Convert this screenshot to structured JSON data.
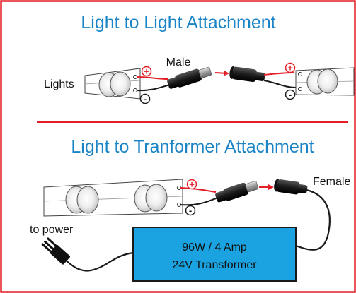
{
  "sections": {
    "top": {
      "title": "Light to Light Attachment",
      "male_label": "Male",
      "lights_label": "Lights"
    },
    "bottom": {
      "title": "Light to Tranformer Attachment",
      "female_label": "Female",
      "power_label": "to power",
      "transformer": {
        "line1": "96W / 4 Amp",
        "line2": "24V Transformer"
      }
    }
  },
  "polarity": {
    "positive": "+",
    "negative": "-"
  },
  "colors": {
    "frame": "#e41e26",
    "title": "#1a84c6",
    "transformer_fill": "#1aa3e0",
    "wire_positive": "#e41e26",
    "wire_negative": "#1a1a1a",
    "connector": "#222222",
    "arrow": "#e41e26"
  },
  "icons": [
    "light-bulb-icon",
    "male-connector-icon",
    "female-connector-icon",
    "power-plug-icon",
    "arrow-right-icon",
    "plus-symbol-icon",
    "minus-symbol-icon"
  ]
}
